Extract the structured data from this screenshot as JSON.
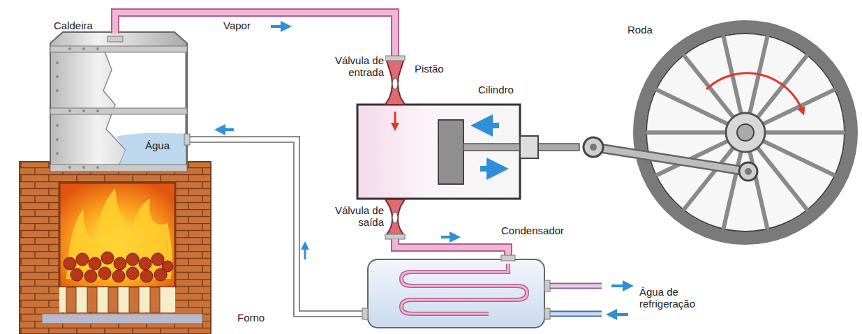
{
  "diagram": {
    "labels": [
      "Caldeira",
      "Vapor",
      "Roda",
      "Válvula de entrada",
      "Pistão",
      "Cilindro",
      "Água",
      "Válvula de saída",
      "Condensador",
      "Água de refrigeração",
      "Forno"
    ]
  }
}
